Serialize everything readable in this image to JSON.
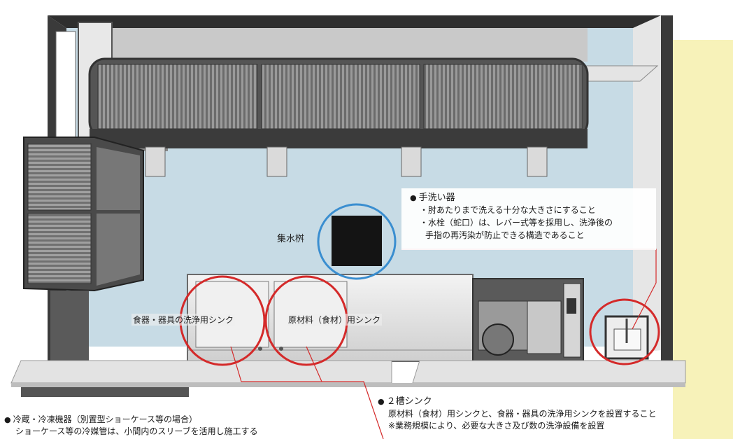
{
  "labels": {
    "drain_trap": "集水桝",
    "sink_dish": "食器・器具の洗浄用シンク",
    "sink_raw": "原材料（食材）用シンク"
  },
  "handwash_note": {
    "bullet": "●",
    "title": "手洗い器",
    "lines": [
      "・肘あたりまで洗える十分な大きさにすること",
      "・水栓（蛇口）は、レバー式等を採用し、洗浄後の",
      "手指の再汚染が防止できる構造であること"
    ]
  },
  "sink_note": {
    "bullet": "●",
    "title": "２槽シンク",
    "lines": [
      "原材料（食材）用シンクと、食器・器具の洗浄用シンクを設置すること",
      "※業務規模により、必要な大きさ及び数の洗浄設備を設置"
    ]
  },
  "fridge_note": {
    "bullet": "●",
    "title": "冷蔵・冷凍機器（別置型ショーケース等の場合）",
    "lines": [
      "ショーケース等の冷媒管は、小間内のスリーブを活用し施工する"
    ]
  },
  "colors": {
    "back_wall": "#c7dbe5",
    "side_panel": "#f7f2b9",
    "highlight_red": "#d42a2a",
    "highlight_blue": "#3a8ed0",
    "counter": "#e3e3e3"
  }
}
